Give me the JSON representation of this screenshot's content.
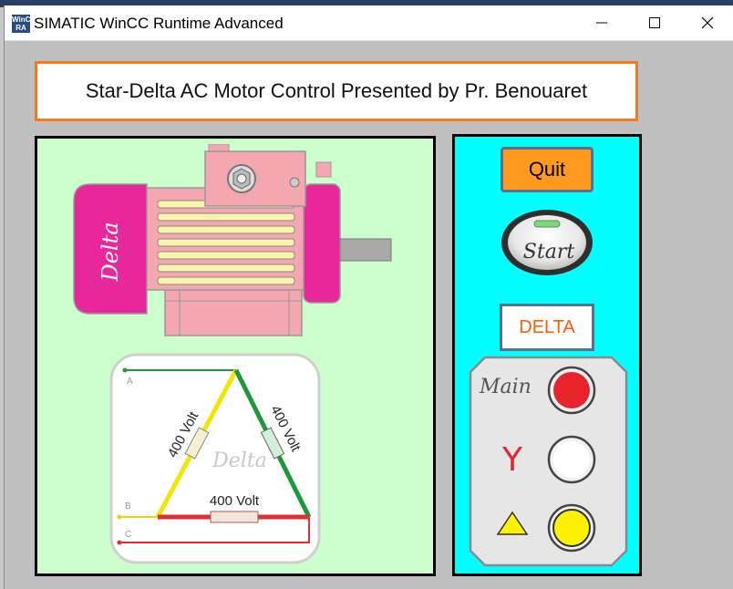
{
  "window": {
    "title": "SIMATIC WinCC Runtime Advanced",
    "icon_text_top": "WinC",
    "icon_text_bottom": "RA"
  },
  "header": {
    "title": "Star-Delta AC Motor Control Presented by Pr. Benouaret"
  },
  "motor": {
    "label": "Delta"
  },
  "diagram": {
    "label": "Delta",
    "voltage_left": "400 Volt",
    "voltage_right": "400 Volt",
    "voltage_bottom": "400 Volt",
    "phase_a": "A",
    "phase_b": "B",
    "phase_c": "C"
  },
  "controls": {
    "quit_label": "Quit",
    "start_label": "Start",
    "mode_value": "DELTA",
    "main_label": "Main",
    "star_symbol": "Y",
    "delta_symbol": "triangle-icon"
  },
  "indicators": {
    "main_color": "#e8232b",
    "star_color": "#ffffff",
    "delta_color": "#fff200"
  },
  "colors": {
    "title_border": "#ef7a22",
    "left_panel_bg": "#ccffcc",
    "right_panel_bg": "#00ffff",
    "quit_bg": "#ff9a1f",
    "mode_text": "#ff5a00",
    "motor_cap": "#e8289a",
    "motor_body": "#f4a7b0"
  }
}
